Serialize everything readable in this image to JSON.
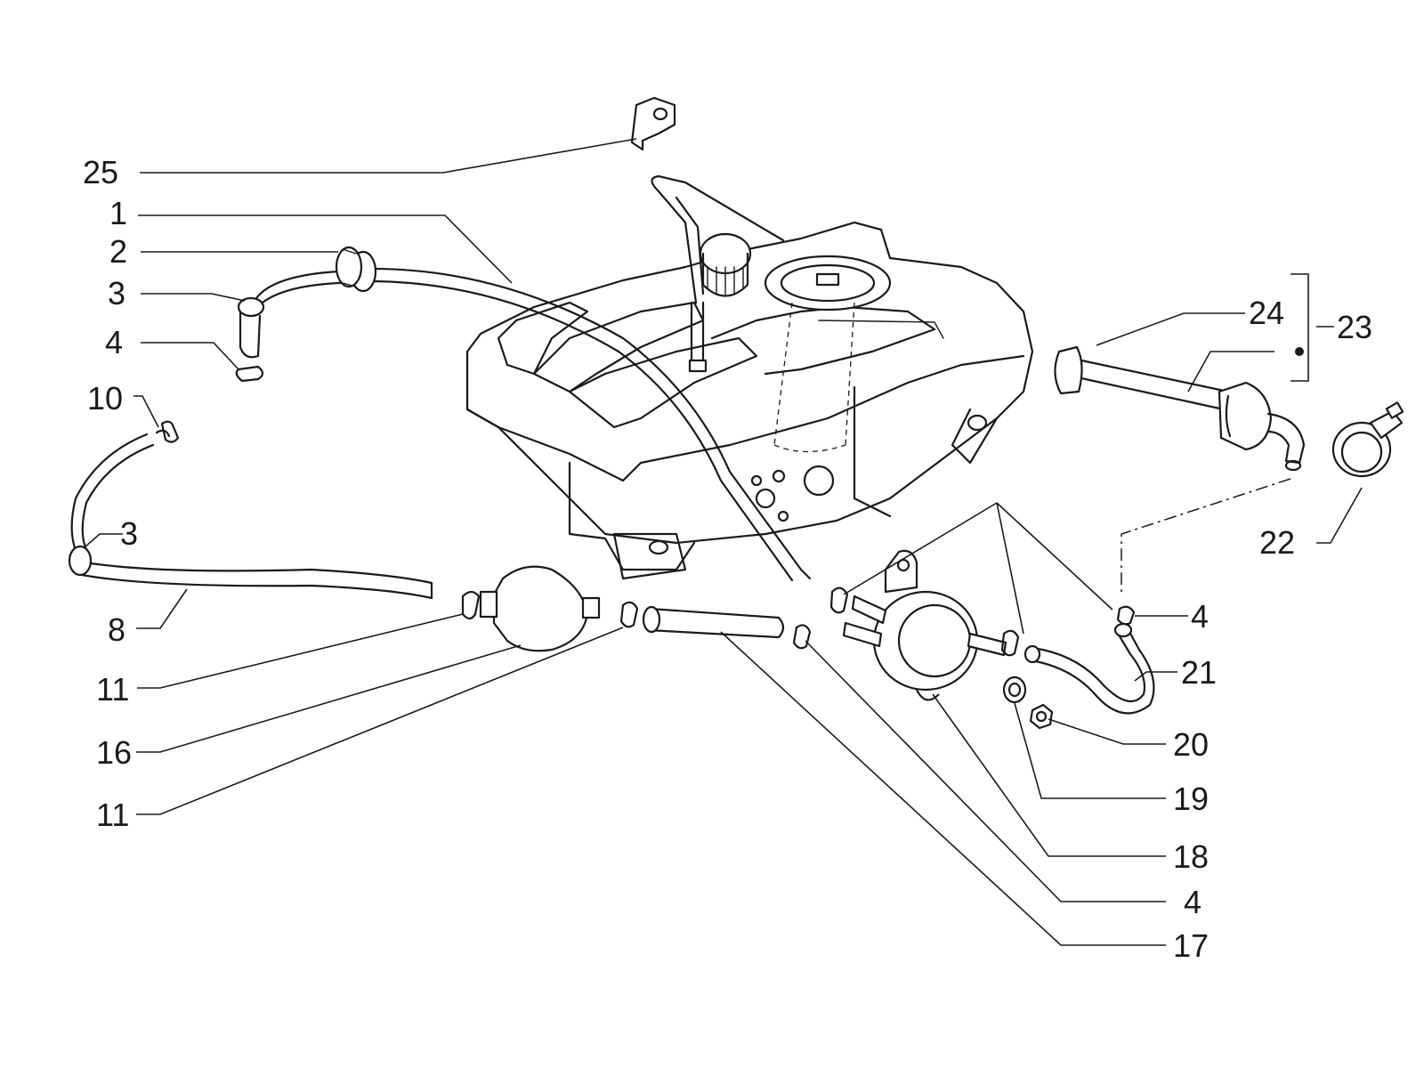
{
  "labels": {
    "p25": "25",
    "p1": "1",
    "p2": "2",
    "p3a": "3",
    "p4a": "4",
    "p10": "10",
    "p3b": "3",
    "p8": "8",
    "p11a": "11",
    "p16": "16",
    "p11b": "11",
    "p24": "24",
    "p23": "23",
    "p22": "22",
    "p4b": "4",
    "p21": "21",
    "p20": "20",
    "p19": "19",
    "p18": "18",
    "p4c": "4",
    "p17": "17"
  }
}
